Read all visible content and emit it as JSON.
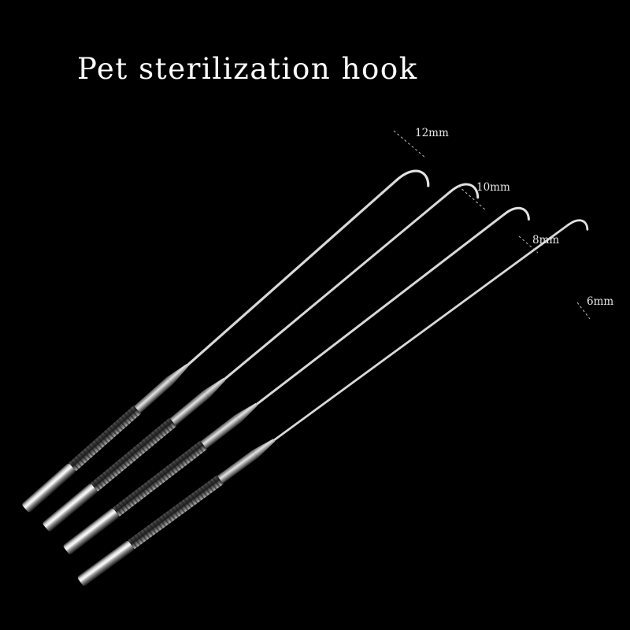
{
  "title": "Pet sterilization hook",
  "hooks": [
    {
      "size_label": "12mm"
    },
    {
      "size_label": "10mm"
    },
    {
      "size_label": "8mm"
    },
    {
      "size_label": "6mm"
    }
  ],
  "colors": {
    "background": "#000000",
    "title_text": "#ffffff",
    "label_text": "#e8e8e8",
    "metal_light": "#f4f4f4",
    "metal_mid": "#9a9a9a",
    "metal_dark": "#2a2a2a"
  }
}
